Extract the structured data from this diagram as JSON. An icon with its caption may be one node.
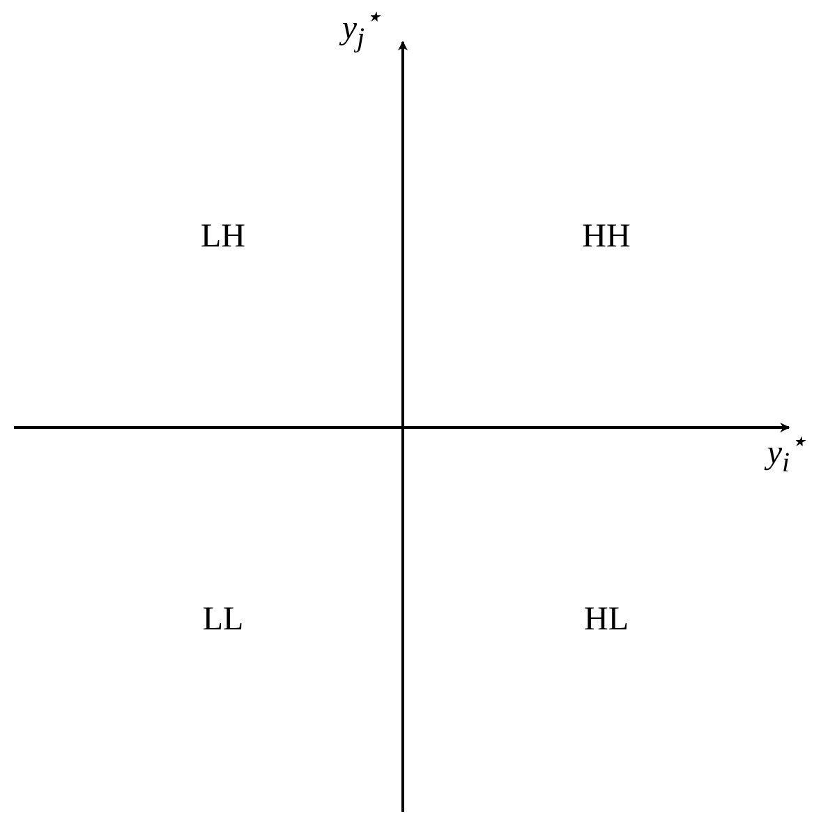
{
  "diagram": {
    "labels": [
      "y$_{j}$$^{⋆}$",
      "LH",
      "HH",
      "y$_{i}$$^{⋆}$",
      "LL",
      "HL"
    ]
  }
}
